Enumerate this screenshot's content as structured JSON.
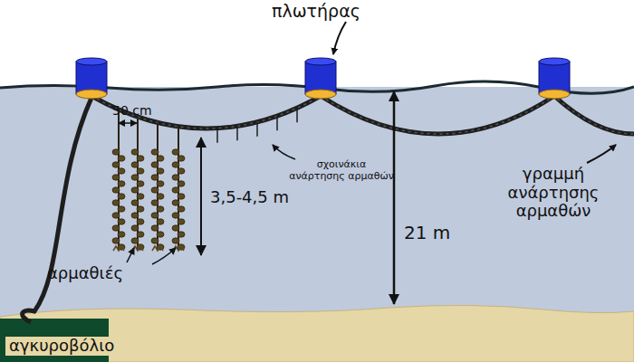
{
  "diagram": {
    "labels": [
      "πλωτήρας",
      "50 cm",
      "σχοινάκια ανάρτησης αρμαθών",
      "γραμμή ανάρτησης αρμαθών",
      "3,5-4,5 m",
      "21 m",
      "αρμαθιές",
      "αγκυροβόλιο"
    ]
  }
}
